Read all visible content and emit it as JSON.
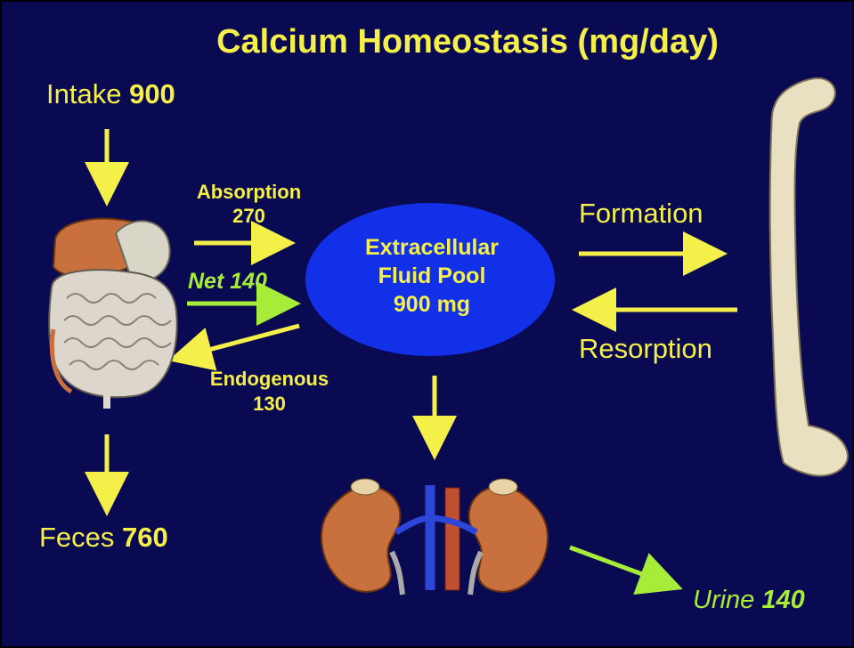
{
  "title": "Calcium Homeostasis (mg/day)",
  "intake": {
    "label": "Intake",
    "value": "900"
  },
  "feces": {
    "label": "Feces",
    "value": "760"
  },
  "absorption": {
    "label": "Absorption",
    "value": "270"
  },
  "net": {
    "label": "Net 140"
  },
  "endogenous": {
    "label": "Endogenous",
    "value": "130"
  },
  "pool": {
    "line1": "Extracellular",
    "line2": "Fluid Pool",
    "line3": "900 mg"
  },
  "formation": {
    "label": "Formation"
  },
  "resorption": {
    "label": "Resorption"
  },
  "urine": {
    "label": "Urine",
    "value": "140"
  },
  "colors": {
    "background": "#0a0a52",
    "text_yellow": "#f5ef4a",
    "text_green": "#a8ec3a",
    "pool_blue": "#1230e8",
    "arrow_yellow": "#f5ef4a",
    "arrow_green": "#a8ec3a"
  },
  "icons": [
    "digestive-tract-illustration",
    "kidneys-illustration",
    "femur-bone-illustration"
  ]
}
